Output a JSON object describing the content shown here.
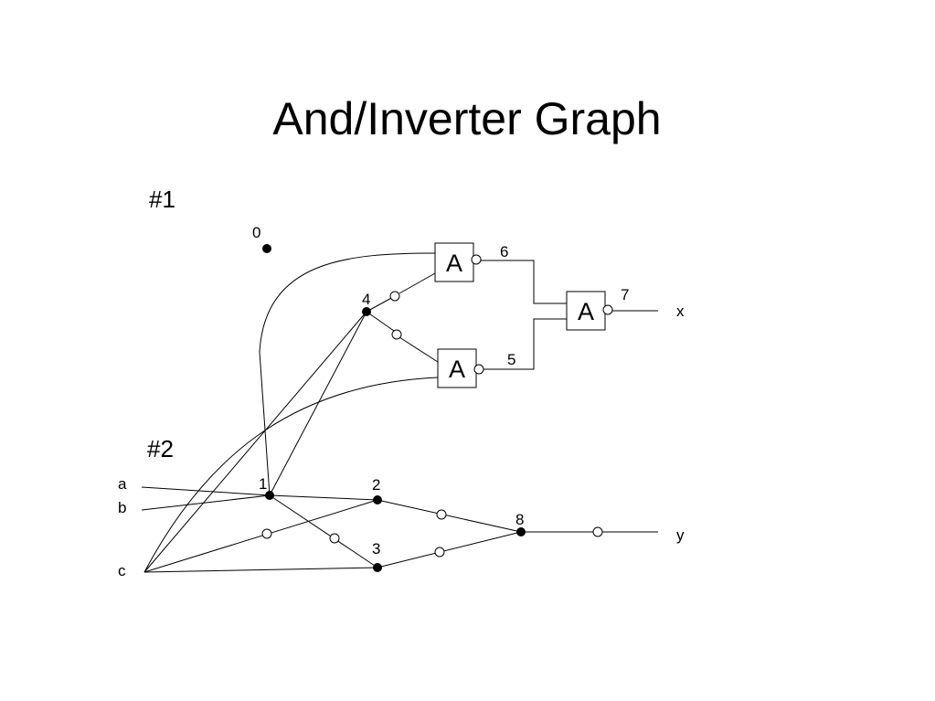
{
  "title": "And/Inverter Graph",
  "sections": {
    "first": "#1",
    "second": "#2"
  },
  "node_labels": {
    "n0": "0",
    "n1": "1",
    "n2": "2",
    "n3": "3",
    "n4": "4",
    "n5": "5",
    "n6": "6",
    "n7": "7",
    "n8": "8"
  },
  "inputs": {
    "a": "a",
    "b": "b",
    "c": "c"
  },
  "outputs": {
    "x": "x",
    "y": "y"
  },
  "gate_label": "A"
}
